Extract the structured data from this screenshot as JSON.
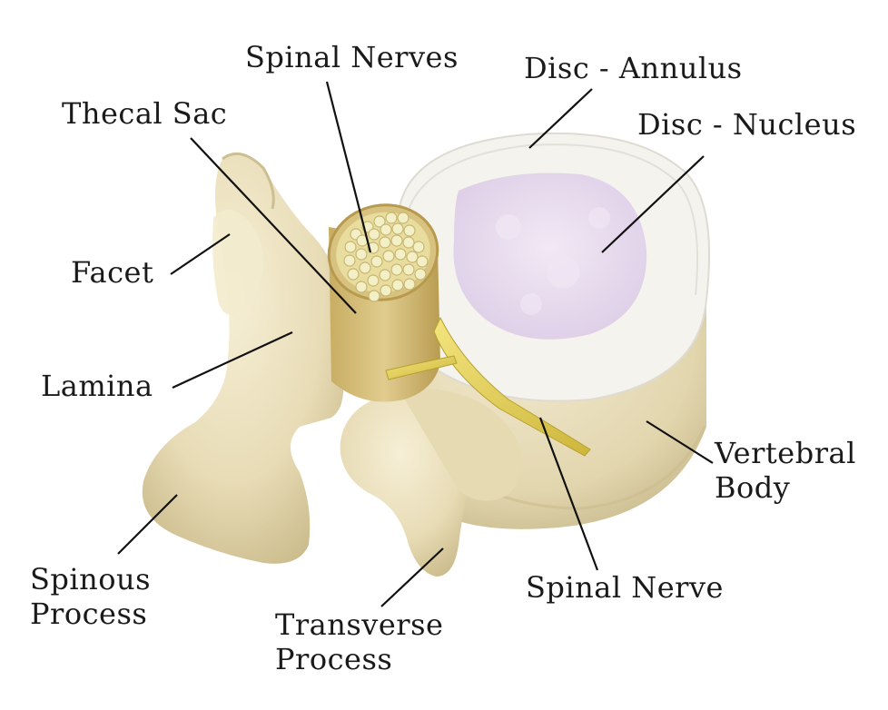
{
  "labels": {
    "spinal_nerves": "Spinal Nerves",
    "disc_annulus": "Disc - Annulus",
    "thecal_sac": "Thecal Sac",
    "disc_nucleus": "Disc - Nucleus",
    "facet": "Facet",
    "lamina": "Lamina",
    "vertebral_body": [
      "Vertebral",
      "Body"
    ],
    "spinous_process": [
      "Spinous",
      "Process"
    ],
    "spinal_nerve": "Spinal Nerve",
    "transverse_process": [
      "Transverse",
      "Process"
    ]
  },
  "colors": {
    "bone": "#ece3c2",
    "bone_shadow": "#c9bb8c",
    "annulus": "#f4f2ec",
    "nucleus": "#e8dcef",
    "thecal_sac": "#d9c58a",
    "nerve_fiber": "#f1ecc2",
    "spinal_nerve": "#e6d35a",
    "leader_line": "#111111",
    "text": "#1a1a1a"
  }
}
